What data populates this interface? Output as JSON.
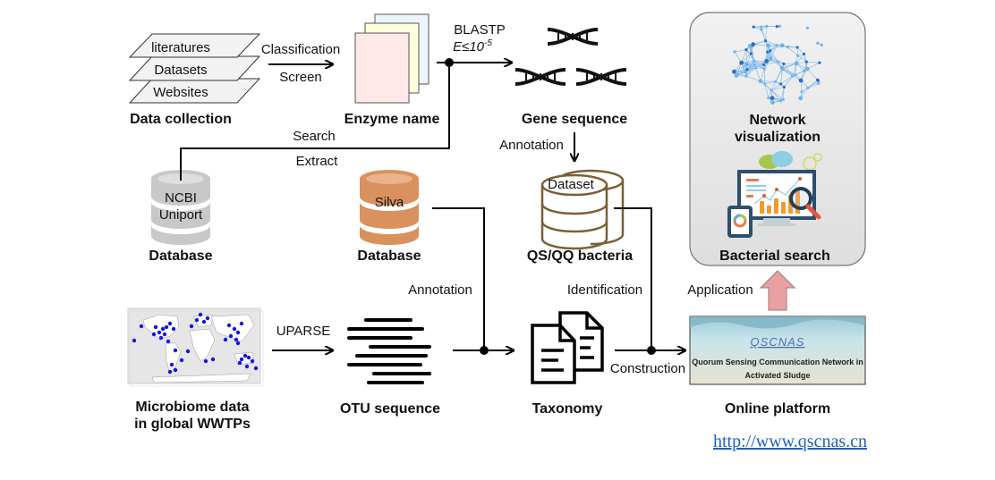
{
  "data_collection": {
    "layers": [
      "literatures",
      "Datasets",
      "Websites"
    ],
    "caption": "Data collection"
  },
  "classification": {
    "top": "Classification",
    "bottom": "Screen"
  },
  "enzyme": {
    "caption": "Enzyme name"
  },
  "blastp": {
    "label": "BLASTP",
    "threshold": "E≤10",
    "exponent": "-5"
  },
  "gene": {
    "caption": "Gene sequence"
  },
  "annotation_gene": "Annotation",
  "search_extract": {
    "top": "Search",
    "bottom": "Extract"
  },
  "db_ncbi": {
    "line1": "NCBI",
    "line2": "Uniport",
    "caption": "Database"
  },
  "db_silva": {
    "label": "Silva",
    "caption": "Database"
  },
  "qs_dataset": {
    "label": "Dataset",
    "caption": "QS/QQ bacteria"
  },
  "panel": {
    "network_caption_1": "Network",
    "network_caption_2": "visualization",
    "search_caption": "Bacterial search"
  },
  "application": "Application",
  "microbiome": {
    "caption_1": "Microbiome data",
    "caption_2": "in global WWTPs"
  },
  "uparse": "UPARSE",
  "otu": {
    "caption": "OTU sequence"
  },
  "annotation_otu": "Annotation",
  "identification": "Identification",
  "taxonomy": {
    "caption": "Taxonomy"
  },
  "construction": "Construction",
  "platform": {
    "logo": "QSCNAS",
    "line1": "Quorum Sensing Communication Network in",
    "line2": "Activated Sludge",
    "caption": "Online platform",
    "url": "http://www.qscnas.cn"
  },
  "colors": {
    "silva": "#d9915e",
    "ncbi": "#c8c8c8",
    "dataset": "#7a5f35",
    "panel_bg": "#e9e9e9",
    "arrow_up": "#e8a0a0",
    "link": "#1f5fbf"
  }
}
